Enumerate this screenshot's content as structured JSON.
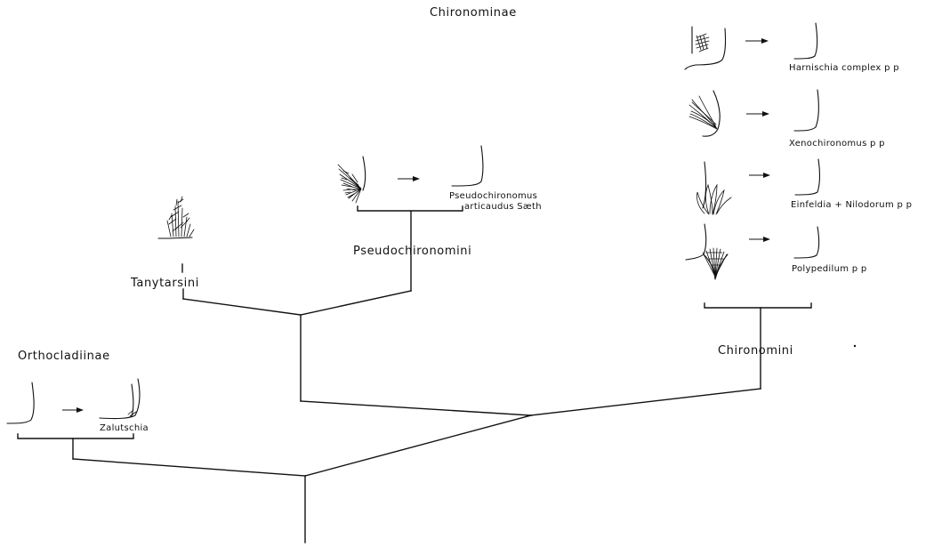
{
  "labels": {
    "chironominae": "Chironominae",
    "orthocladiinae": "Orthocladiinae",
    "tanytarsini": "Tanytarsini",
    "pseudochironomini": "Pseudochironomini",
    "chironomini": "Chironomini",
    "pseudochironomus_1": "Pseudochironomus",
    "pseudochironomus_2": "articaudus Sæth",
    "zalutschia": "Zalutschia",
    "harnischia": "Harnischia complex p p",
    "xenochironomus": "Xenochironomus p p",
    "einfeldia": "Einfeldia + Nilodorum p p",
    "polypedilum": "Polypedilum p p"
  },
  "colors": {
    "ink": "#111111",
    "paper": "#ffffff"
  }
}
